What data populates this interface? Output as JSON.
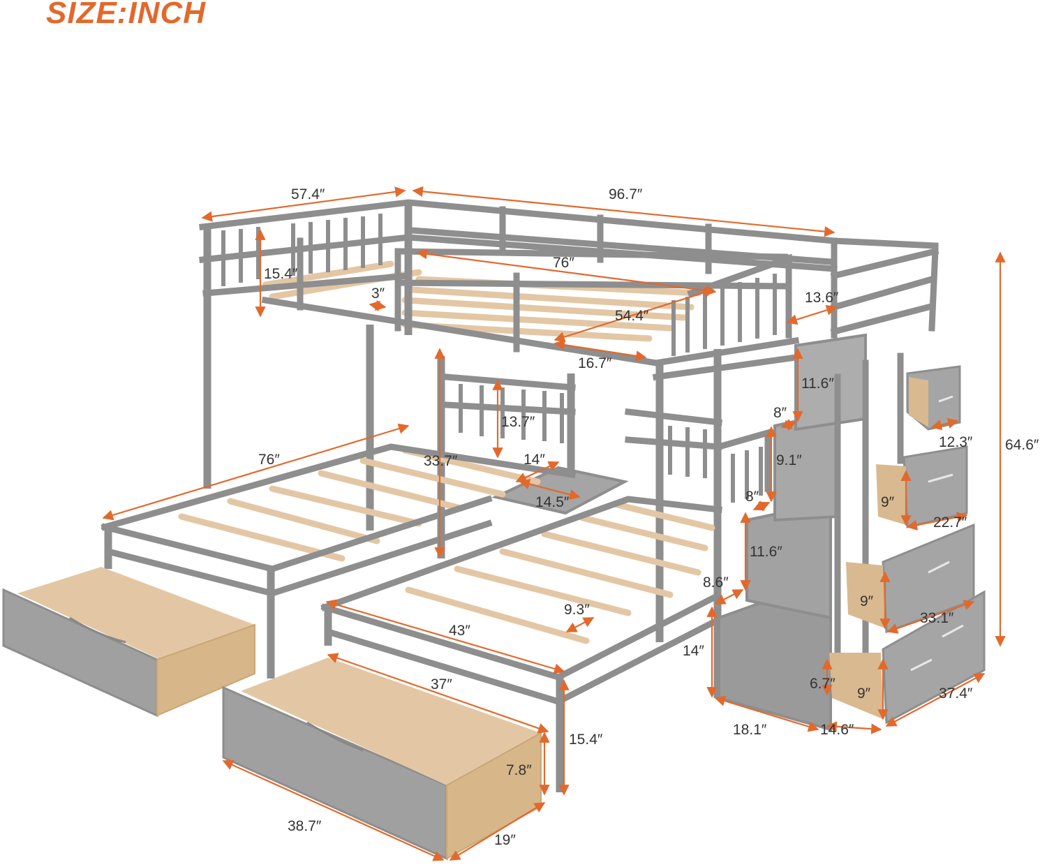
{
  "title": "SIZE:INCH",
  "colors": {
    "accent": "#E2692C",
    "frame": "#8E8E8E",
    "wood": "#E3C7A4",
    "text": "#333333"
  },
  "dimensions": {
    "top_width": "57.4″",
    "top_length": "96.7″",
    "top_bed_length": "76″",
    "guard_height": "15.4″",
    "slat_gap": "3″",
    "top_bed_inner_width": "54.4″",
    "stair_opening": "13.6″",
    "rail_opening": "16.7″",
    "underbed_clearance": "33.7″",
    "headboard_height": "13.7″",
    "stair_rise_top": "11.6″",
    "stair_step_a": "8″",
    "stair_step_b": "8″",
    "stair_riser": "9.1″",
    "drawer_top_depth": "12.3″",
    "total_height": "64.6″",
    "left_bed_length": "76″",
    "shelf_depth": "14″",
    "shelf_width": "14.5″",
    "drawer2_height": "9″",
    "drawer2_width": "22.7″",
    "stair_rise_mid": "11.6″",
    "stair_base_step": "8.6″",
    "drawer3_height": "9″",
    "drawer3_width": "33.1″",
    "slat_spacing": "9.3″",
    "lower_bed_width": "43″",
    "stair_bottom_height": "14″",
    "drawer4_inner_height": "6.7″",
    "drawer4_height": "9″",
    "drawer4_width": "37.4″",
    "lower_bed_inner": "37″",
    "stair_depth": "18.1″",
    "stair_width": "14.6″",
    "bed_height": "15.4″",
    "underbed_drawer_height": "7.8″",
    "underbed_drawer_length": "38.7″",
    "underbed_drawer_depth": "19″"
  }
}
